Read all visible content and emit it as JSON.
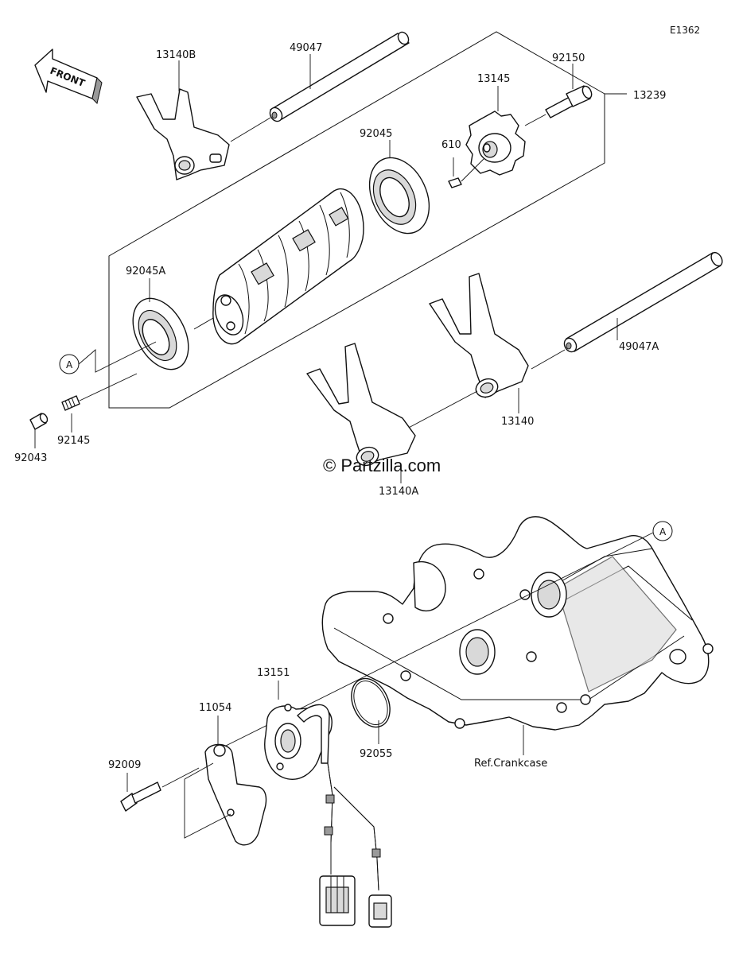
{
  "diagram_code": "E1362",
  "front_arrow_label": "FRONT",
  "watermark": "© Partzilla.com",
  "ref_label": "Ref.Crankcase",
  "callout_letter": "A",
  "parts": {
    "shift_fork_top": "13140B",
    "shaft_top": "49047",
    "assembly": "13239",
    "bolt": "92150",
    "cam_plate": "13145",
    "pin": "610",
    "bearing_upper": "92045",
    "bearing_lower": "92045A",
    "shaft_right": "49047A",
    "shift_fork_right": "13140",
    "shift_fork_center": "13140A",
    "spring": "92145",
    "detent_pin": "92043",
    "sensor": "13151",
    "bracket": "11054",
    "oring": "92055",
    "bolt_lower": "92009"
  }
}
